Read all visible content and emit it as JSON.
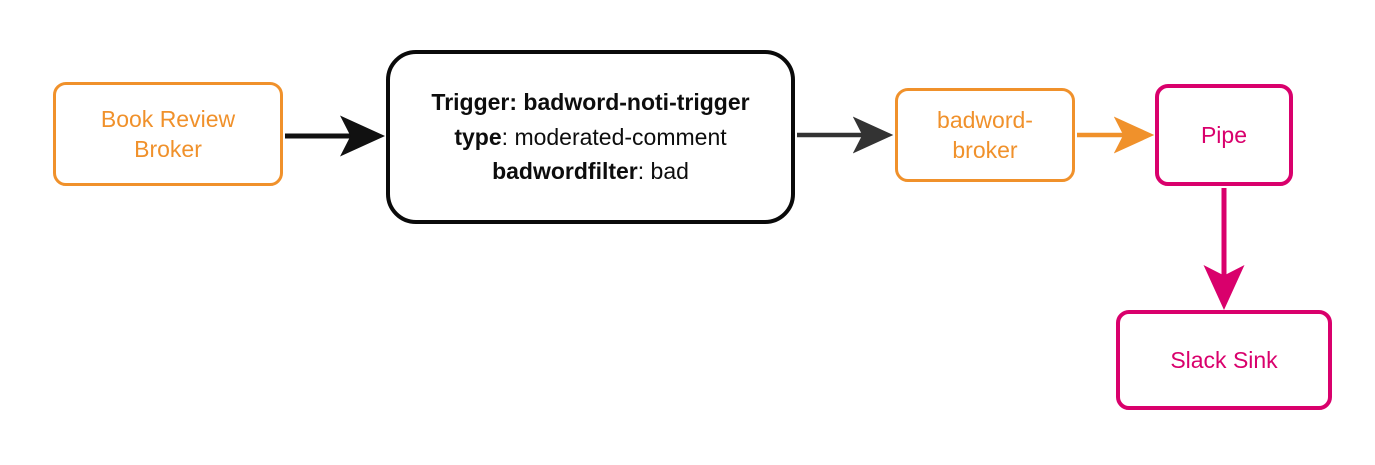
{
  "diagram": {
    "type": "flow-diagram",
    "background_color": "#ffffff",
    "colors": {
      "orange": "#F0912B",
      "magenta": "#D9006C",
      "black": "#0a0a0a",
      "dark_gray_arrow": "#333333"
    },
    "nodes": [
      {
        "id": "book-review-broker",
        "label": "Book Review Broker",
        "line1": "Book Review",
        "line2": "Broker",
        "color": "#F0912B",
        "shape": "rounded-rectangle"
      },
      {
        "id": "trigger-config",
        "color": "#0a0a0a",
        "shape": "rounded-rectangle",
        "lines": [
          {
            "bold_prefix": "Trigger: badword-noti-trigger",
            "value": ""
          },
          {
            "bold_prefix": "type",
            "separator": ": ",
            "value": "moderated-comment"
          },
          {
            "bold_prefix": "badwordfilter",
            "separator": ": ",
            "value": "bad"
          }
        ]
      },
      {
        "id": "badword-broker",
        "label": "badword-broker",
        "line1": "badword-",
        "line2": "broker",
        "color": "#F0912B",
        "shape": "rounded-rectangle"
      },
      {
        "id": "pipe",
        "label": "Pipe",
        "color": "#D9006C",
        "shape": "rounded-rectangle"
      },
      {
        "id": "slack-sink",
        "label": "Slack Sink",
        "color": "#D9006C",
        "shape": "rounded-rectangle"
      }
    ],
    "edges": [
      {
        "id": "edge-broker-to-trigger",
        "from": "book-review-broker",
        "to": "trigger-config",
        "color": "#111111",
        "direction": "right",
        "label": ""
      },
      {
        "id": "edge-trigger-to-badword-broker",
        "from": "trigger-config",
        "to": "badword-broker",
        "color": "#333333",
        "direction": "right",
        "label": ""
      },
      {
        "id": "edge-badword-broker-to-pipe",
        "from": "badword-broker",
        "to": "pipe",
        "color": "#F0912B",
        "direction": "right",
        "label": ""
      },
      {
        "id": "edge-pipe-to-slack-sink",
        "from": "pipe",
        "to": "slack-sink",
        "color": "#D9006C",
        "direction": "down",
        "label": ""
      }
    ]
  }
}
